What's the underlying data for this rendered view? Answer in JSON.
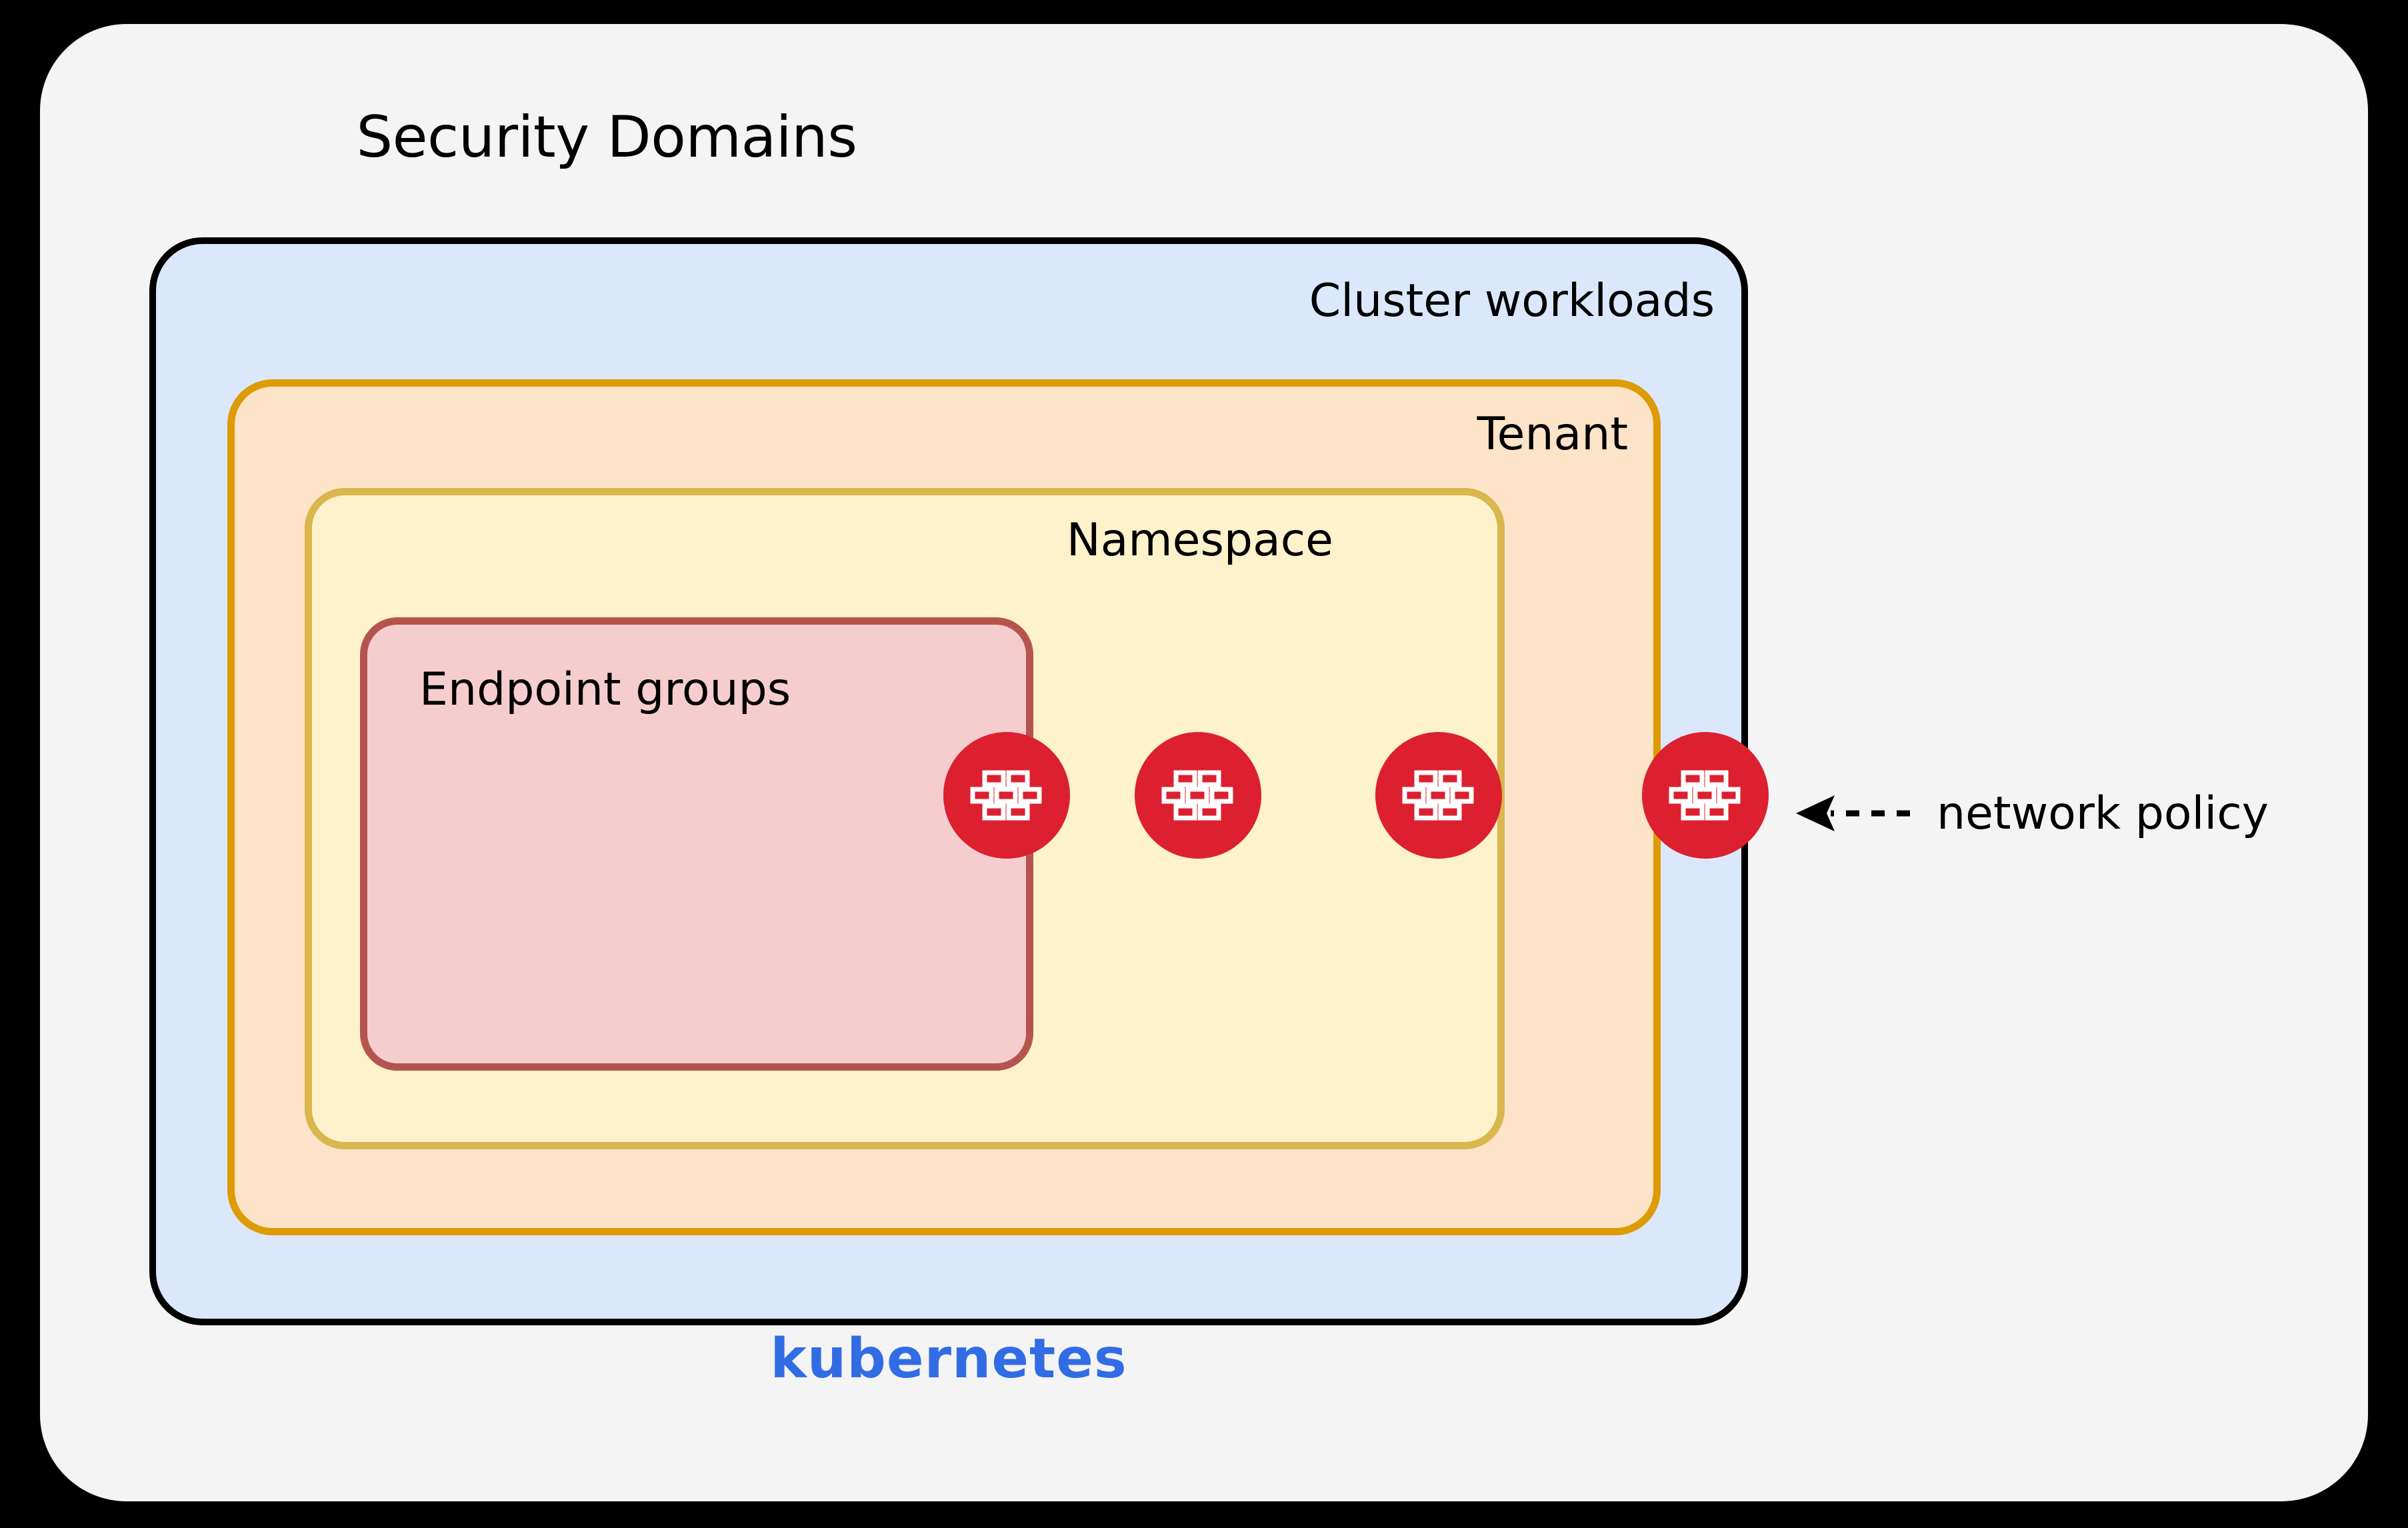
{
  "diagram": {
    "title": "Security Domains",
    "background_color": "#000000",
    "panel_color": "#f4f4f4"
  },
  "boxes": [
    {
      "id": "cluster-workloads",
      "label": "Cluster workloads",
      "fill": "#dbe8fb",
      "border": "#000000"
    },
    {
      "id": "tenant",
      "label": "Tenant",
      "fill": "#fde3c8",
      "border": "#dd9b05"
    },
    {
      "id": "namespace",
      "label": "Namespace",
      "fill": "#fdf2cb",
      "border": "#d9b74f"
    },
    {
      "id": "endpoint-groups",
      "label": "Endpoint groups",
      "fill": "#f6cdcf",
      "border": "#b5544f"
    }
  ],
  "firewalls": [
    {
      "id": "firewall-endpoint-boundary",
      "boundary": "endpoint-groups"
    },
    {
      "id": "firewall-namespace-boundary",
      "boundary": "namespace"
    },
    {
      "id": "firewall-tenant-boundary",
      "boundary": "tenant"
    },
    {
      "id": "firewall-cluster-boundary",
      "boundary": "cluster-workloads"
    }
  ],
  "annotation": {
    "label": "network policy",
    "arrow_style": "dashed-left-arrow",
    "color": "#000000"
  },
  "footer": {
    "wordmark": "kubernetes",
    "color": "#326ce5"
  },
  "palette": {
    "firewall_red": "#dc2030",
    "firewall_brick": "#ffffff",
    "kubernetes_blue": "#326ce5"
  }
}
